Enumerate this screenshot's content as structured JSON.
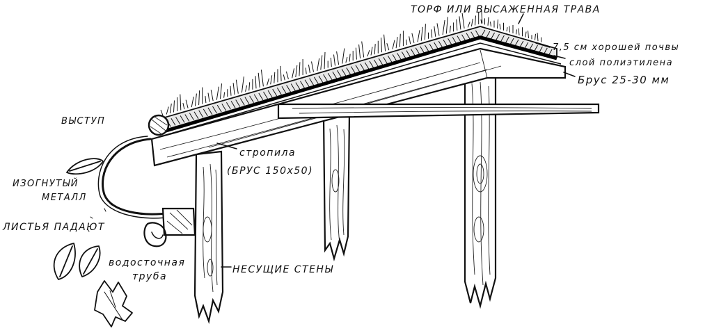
{
  "labels": {
    "turf": "ТОРФ ИЛИ ВЫСАЖЕННАЯ ТРАВА",
    "soil": "7,5 см хорошей почвы",
    "polyethylene": "слой полиэтилена",
    "batten": "Брус 25-30 мм",
    "overhang": "ВЫСТУП",
    "rafters": "стропила",
    "rafters_size": "(БРУС 150х50)",
    "bent_metal_line1": "ИЗОГНУТЫЙ",
    "bent_metal_line2": "МЕТАЛЛ",
    "leaves": "ЛИСТЬЯ ПАДАЮТ",
    "downpipe_line1": "водосточная",
    "downpipe_line2": "труба",
    "bearing_walls": "НЕСУЩИЕ СТЕНЫ"
  },
  "colors": {
    "ink": "#111111",
    "paper": "#ffffff"
  }
}
